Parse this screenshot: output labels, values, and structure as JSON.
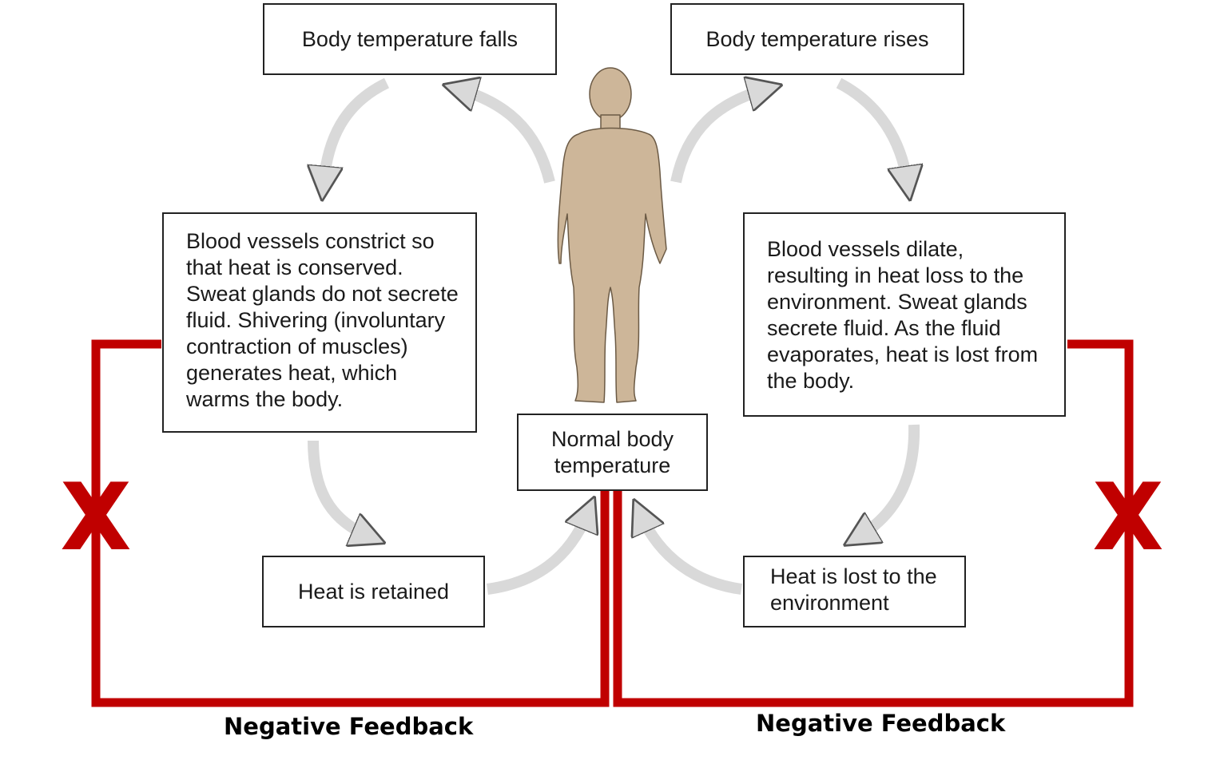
{
  "diagram": {
    "title": "",
    "center": {
      "label": "Normal body temperature"
    },
    "left_branch": {
      "stimulus": "Body temperature falls",
      "response": "Blood vessels constrict so that heat is conserved. Sweat glands do not secrete fluid. Shivering (involuntary contraction of muscles) generates heat, which warms the body.",
      "result": "Heat is retained",
      "feedback_label": "Negative Feedback"
    },
    "right_branch": {
      "stimulus": "Body temperature rises",
      "response": "Blood vessels dilate, resulting in heat loss to the environment. Sweat glands secrete fluid. As the fluid evaporates, heat is lost from the body.",
      "result": "Heat is lost to the environment",
      "feedback_label": "Negative Feedback"
    },
    "marks": {
      "cross_symbol": "X"
    },
    "colors": {
      "feedback_loop": "#c00000",
      "arrow_fill": "#d9d9d9",
      "arrow_stroke": "#555555",
      "body_fill": "#cdb699",
      "box_border": "#222222"
    },
    "icons": [
      "human-figure-icon",
      "curved-arrow-icon",
      "cross-mark-icon"
    ]
  }
}
